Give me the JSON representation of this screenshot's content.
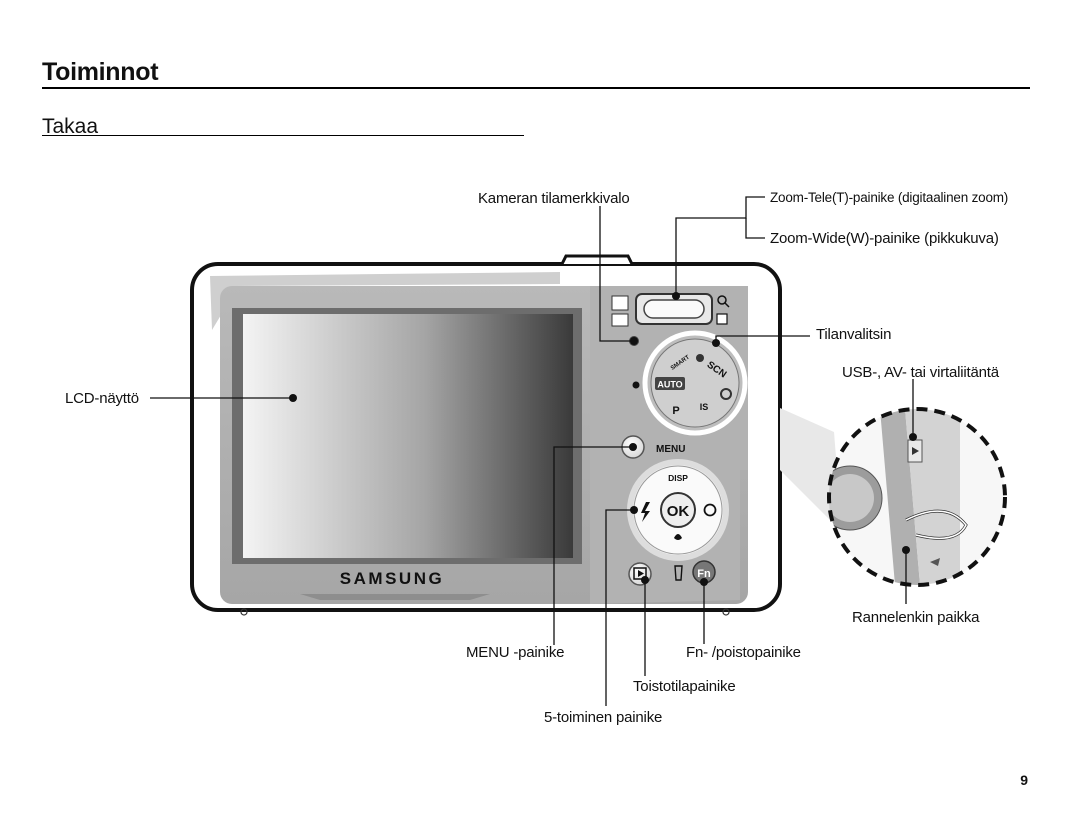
{
  "header": {
    "title": "Toiminnot",
    "subtitle": "Takaa"
  },
  "labels": {
    "status_lamp": "Kameran tilamerkkivalo",
    "zoom_tele": "Zoom-Tele(T)-painike (digitaalinen zoom)",
    "zoom_wide": "Zoom-Wide(W)-painike (pikkukuva)",
    "mode_dial": "Tilanvalitsin",
    "connector": "USB-, AV- tai virtaliitäntä",
    "lcd": "LCD-näyttö",
    "strap": "Rannelenkin paikka",
    "menu_button": "MENU -painike",
    "fn_button": "Fn- /poistopainike",
    "play_button": "Toistotilapainike",
    "five_way": "5-toiminen painike"
  },
  "camera": {
    "brand": "SAMSUNG",
    "menu_text": "MENU",
    "disp_text": "DISP",
    "ok_text": "OK",
    "fn_text": "Fn",
    "dial_auto": "AUTO",
    "dial_scn": "SCN",
    "dial_smart": "SMART",
    "dial_is": "IS",
    "dial_p": "P"
  },
  "page": {
    "number": "9"
  }
}
